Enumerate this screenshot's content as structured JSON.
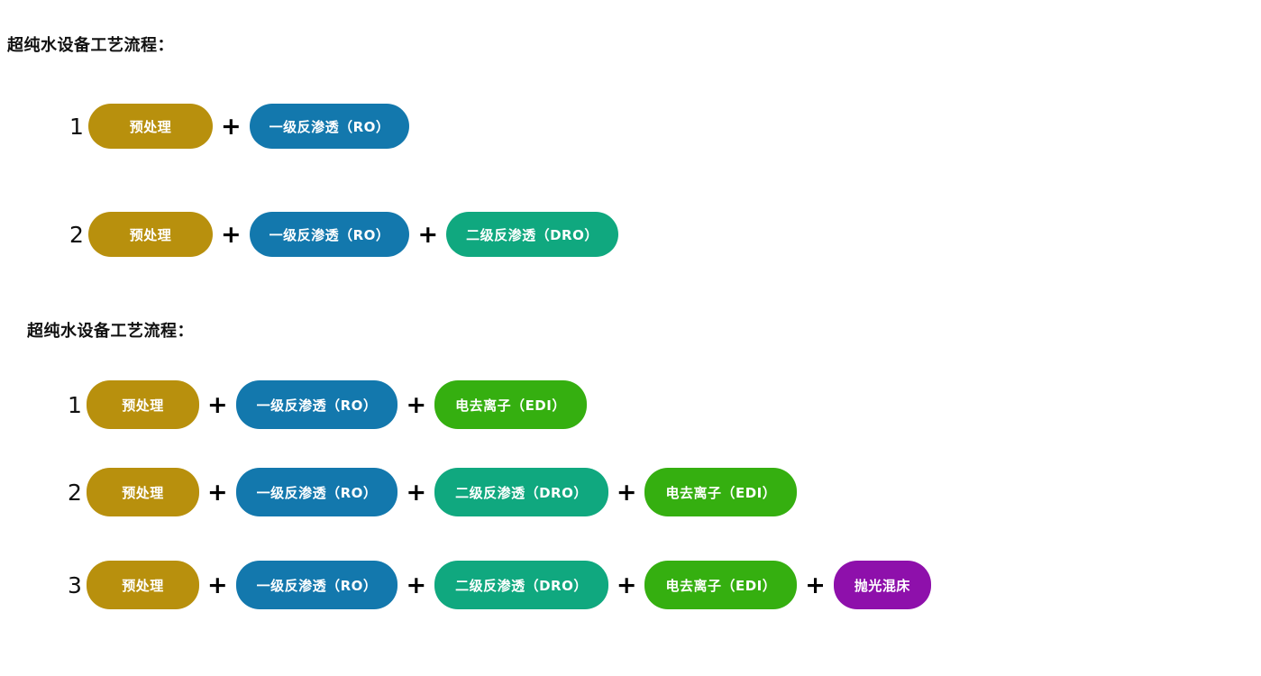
{
  "palette": {
    "background": "#ffffff",
    "text": "#111111",
    "plus": "#000000",
    "pretreatment": "#b8900d",
    "ro": "#1378ad",
    "dro": "#10a87f",
    "edi": "#35af10",
    "mixed_bed": "#8e10ab",
    "badge_text": "#ffffff"
  },
  "separator": "+",
  "sections": [
    {
      "id": "section-a",
      "heading": "超纯水设备工艺流程：",
      "rows": [
        {
          "index": "1",
          "stages": [
            {
              "label": "预处理",
              "color_key": "pretreatment"
            },
            {
              "label": "一级反渗透（RO）",
              "color_key": "ro"
            }
          ]
        },
        {
          "index": "2",
          "stages": [
            {
              "label": "预处理",
              "color_key": "pretreatment"
            },
            {
              "label": "一级反渗透（RO）",
              "color_key": "ro"
            },
            {
              "label": "二级反渗透（DRO）",
              "color_key": "dro"
            }
          ]
        }
      ]
    },
    {
      "id": "section-b",
      "heading": "超纯水设备工艺流程：",
      "rows": [
        {
          "index": "1",
          "stages": [
            {
              "label": "预处理",
              "color_key": "pretreatment"
            },
            {
              "label": "一级反渗透（RO）",
              "color_key": "ro"
            },
            {
              "label": "电去离子（EDI）",
              "color_key": "edi"
            }
          ]
        },
        {
          "index": "2",
          "stages": [
            {
              "label": "预处理",
              "color_key": "pretreatment"
            },
            {
              "label": "一级反渗透（RO）",
              "color_key": "ro"
            },
            {
              "label": "二级反渗透（DRO）",
              "color_key": "dro"
            },
            {
              "label": "电去离子（EDI）",
              "color_key": "edi"
            }
          ]
        },
        {
          "index": "3",
          "stages": [
            {
              "label": "预处理",
              "color_key": "pretreatment"
            },
            {
              "label": "一级反渗透（RO）",
              "color_key": "ro"
            },
            {
              "label": "二级反渗透（DRO）",
              "color_key": "dro"
            },
            {
              "label": "电去离子（EDI）",
              "color_key": "edi"
            },
            {
              "label": "抛光混床",
              "color_key": "mixed_bed"
            }
          ]
        }
      ]
    }
  ]
}
